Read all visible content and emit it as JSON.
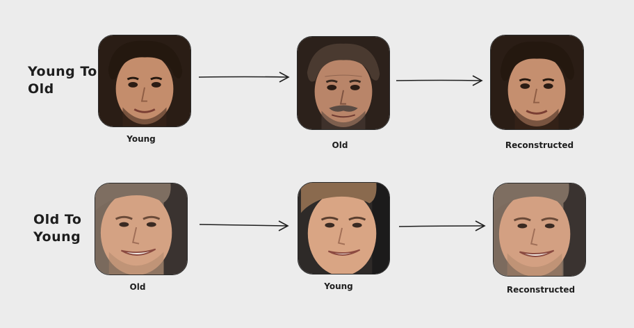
{
  "rows": [
    {
      "label": "Young To\nOld",
      "captions": [
        "Young",
        "Old",
        "Reconstructed"
      ]
    },
    {
      "label": "Old To\nYoung",
      "captions": [
        "Old",
        "Young",
        "Reconstructed"
      ]
    }
  ],
  "colors": {
    "background": "#ececec",
    "ink": "#1e1e1e",
    "hair_dark": "#2a1e17",
    "skin_warm": "#c48d6c",
    "skin_light": "#d6a585"
  },
  "icons": [
    "arrow-right-icon"
  ]
}
